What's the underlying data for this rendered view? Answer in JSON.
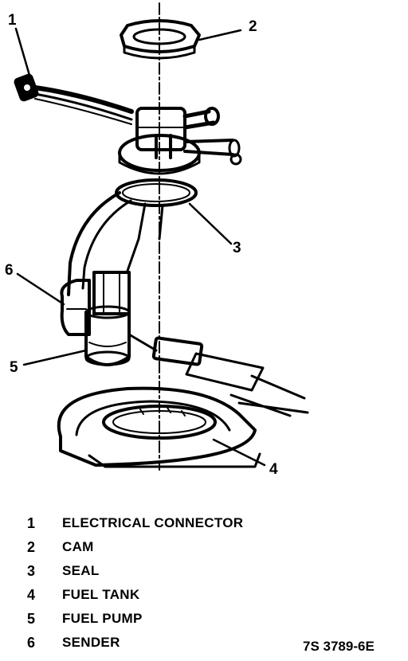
{
  "callouts": [
    "1",
    "2",
    "3",
    "4",
    "5",
    "6"
  ],
  "legend": [
    {
      "num": "1",
      "label": "ELECTRICAL CONNECTOR"
    },
    {
      "num": "2",
      "label": "CAM"
    },
    {
      "num": "3",
      "label": "SEAL"
    },
    {
      "num": "4",
      "label": "FUEL TANK"
    },
    {
      "num": "5",
      "label": "FUEL PUMP"
    },
    {
      "num": "6",
      "label": "SENDER"
    }
  ],
  "figure_id": "7S 3789-6E"
}
